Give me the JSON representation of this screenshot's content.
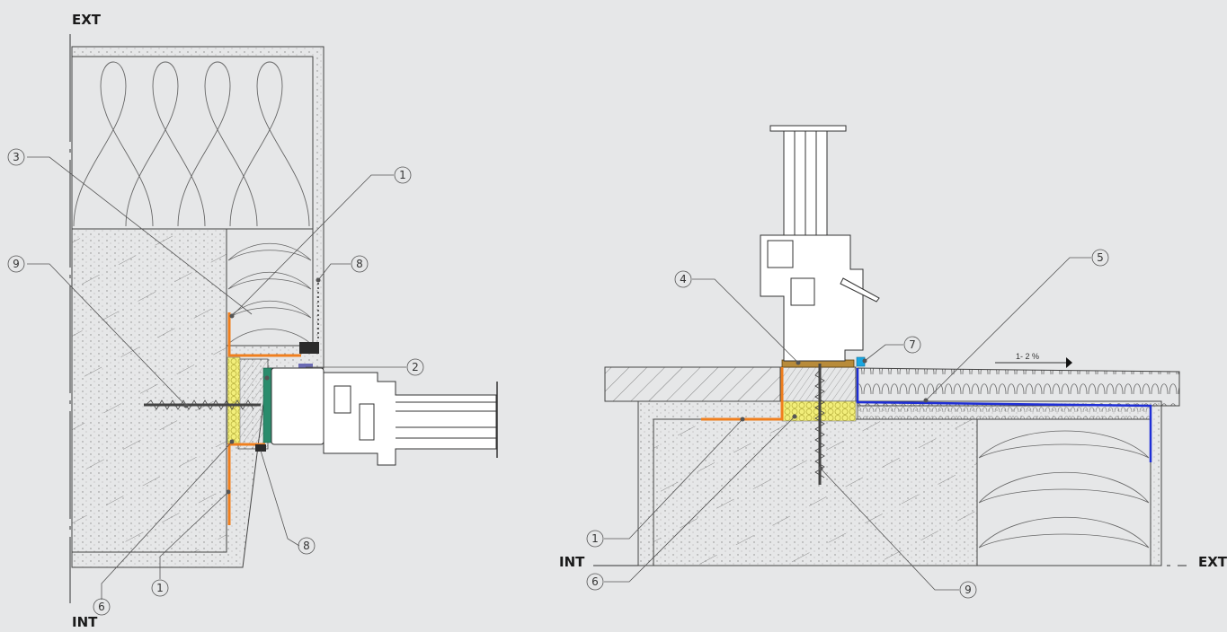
{
  "left_detail": {
    "label_top": "EXT",
    "label_bottom": "INT",
    "callouts": [
      "3",
      "1",
      "9",
      "8",
      "2",
      "8",
      "6",
      "1"
    ]
  },
  "right_detail": {
    "label_left": "INT",
    "label_right": "EXT",
    "slope_text": "1- 2 %",
    "callouts": [
      "4",
      "7",
      "5",
      "1",
      "6",
      "9"
    ]
  },
  "colors": {
    "membrane_orange": "#f07f1e",
    "waterproofing_blue": "#1f2fd6",
    "sealant_cyan": "#19a6e0",
    "insulation_yellow": "#f2ee7a",
    "backer_green": "#2a8c6c",
    "shim_brown": "#b88b3a"
  }
}
